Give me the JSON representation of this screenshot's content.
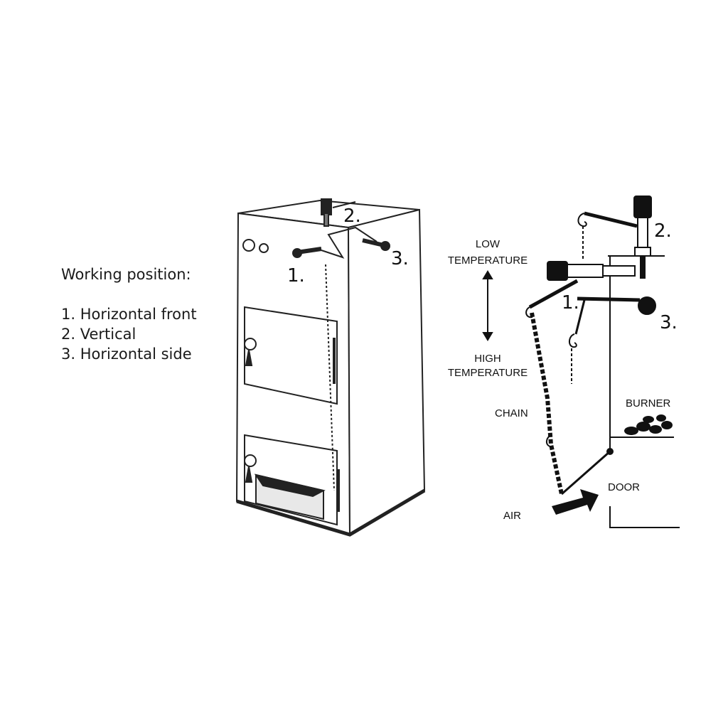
{
  "legend": {
    "title": "Working position:",
    "items": [
      "1. Horizontal front",
      "2. Vertical",
      "3. Horizontal side"
    ]
  },
  "boiler_markers": [
    "1.",
    "2.",
    "3."
  ],
  "detail_markers": [
    "1.",
    "2.",
    "3."
  ],
  "labels": {
    "low_line1": "LOW",
    "low_line2": "TEMPERATURE",
    "high_line1": "HIGH",
    "high_line2": "TEMPERATURE",
    "chain": "CHAIN",
    "burner": "BURNER",
    "door": "DOOR",
    "air": "AIR"
  }
}
